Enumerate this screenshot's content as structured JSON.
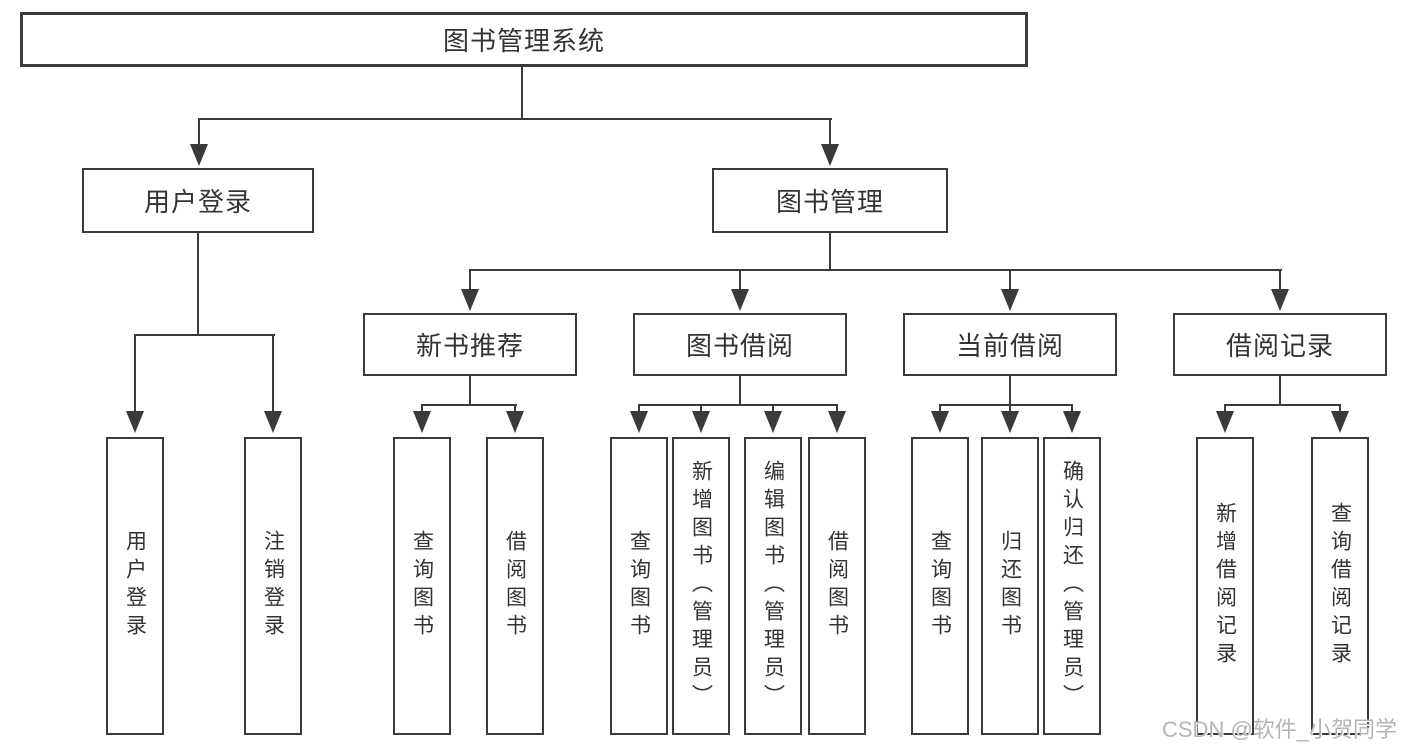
{
  "colors": {
    "background": "#ffffff",
    "line": "#3a3a3a",
    "box_border": "#3a3a3a",
    "text": "#333333",
    "watermark": "#b5b5b5"
  },
  "watermark": {
    "text": "CSDN @软件_小贺同学"
  },
  "diagram": {
    "root": {
      "label": "图书管理系统"
    },
    "branches": [
      {
        "label": "用户登录",
        "children": [
          {
            "label": "用户登录"
          },
          {
            "label": "注销登录"
          }
        ]
      },
      {
        "label": "图书管理",
        "children": [
          {
            "label": "新书推荐",
            "children": [
              {
                "label": "查询图书"
              },
              {
                "label": "借阅图书"
              }
            ]
          },
          {
            "label": "图书借阅",
            "children": [
              {
                "label": "查询图书"
              },
              {
                "label": "新增图书（管理员）"
              },
              {
                "label": "编辑图书（管理员）"
              },
              {
                "label": "借阅图书"
              }
            ]
          },
          {
            "label": "当前借阅",
            "children": [
              {
                "label": "查询图书"
              },
              {
                "label": "归还图书"
              },
              {
                "label": "确认归还（管理员）"
              }
            ]
          },
          {
            "label": "借阅记录",
            "children": [
              {
                "label": "新增借阅记录"
              },
              {
                "label": "查询借阅记录"
              }
            ]
          }
        ]
      }
    ]
  }
}
